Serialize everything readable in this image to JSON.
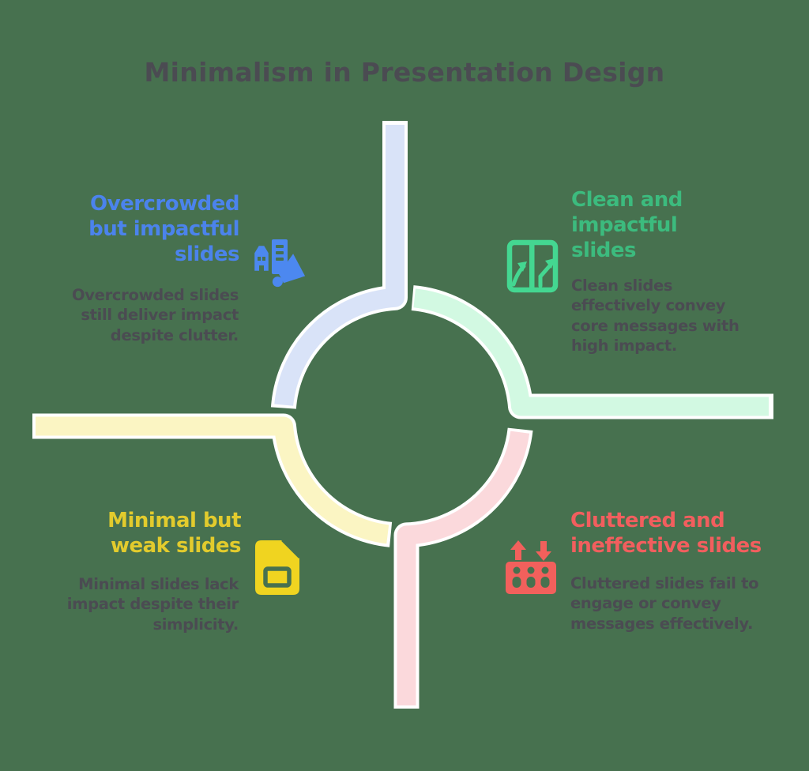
{
  "background": "#47714F",
  "title": {
    "text": "Minimalism in Presentation Design",
    "color": "#4B4B52"
  },
  "text_color": "#4B4B52",
  "quadrants": [
    {
      "id": "top-left",
      "heading": "Overcrowded\nbut impactful\nslides",
      "description": "Overcrowded slides\nstill deliver impact\ndespite clutter.",
      "heading_color": "#4B83EC",
      "icon": "buildings-megaphone-icon",
      "icon_color": "#4C88F0",
      "arc_color": "#D9E3F8"
    },
    {
      "id": "top-right",
      "heading": "Clean and\nimpactful\nslides",
      "description": "Clean slides\neffectively convey\ncore messages with\nhigh impact.",
      "heading_color": "#3CBB7E",
      "icon": "slide-comparison-arrows-icon",
      "icon_color": "#44D791",
      "arc_color": "#D2F9E2"
    },
    {
      "id": "bottom-left",
      "heading": "Minimal but\nweak slides",
      "description": "Minimal slides lack\nimpact despite their\nsimplicity.",
      "heading_color": "#E2CB2D",
      "icon": "presentation-document-icon",
      "icon_color": "#F0D420",
      "arc_color": "#FBF5C3"
    },
    {
      "id": "bottom-right",
      "heading": "Cluttered and\nineffective slides",
      "description": "Cluttered slides fail to\nengage or convey\nmessages effectively.",
      "heading_color": "#F25E5E",
      "icon": "audience-engagement-arrows-icon",
      "icon_color": "#F2605C",
      "arc_color": "#FBD9DC"
    }
  ]
}
